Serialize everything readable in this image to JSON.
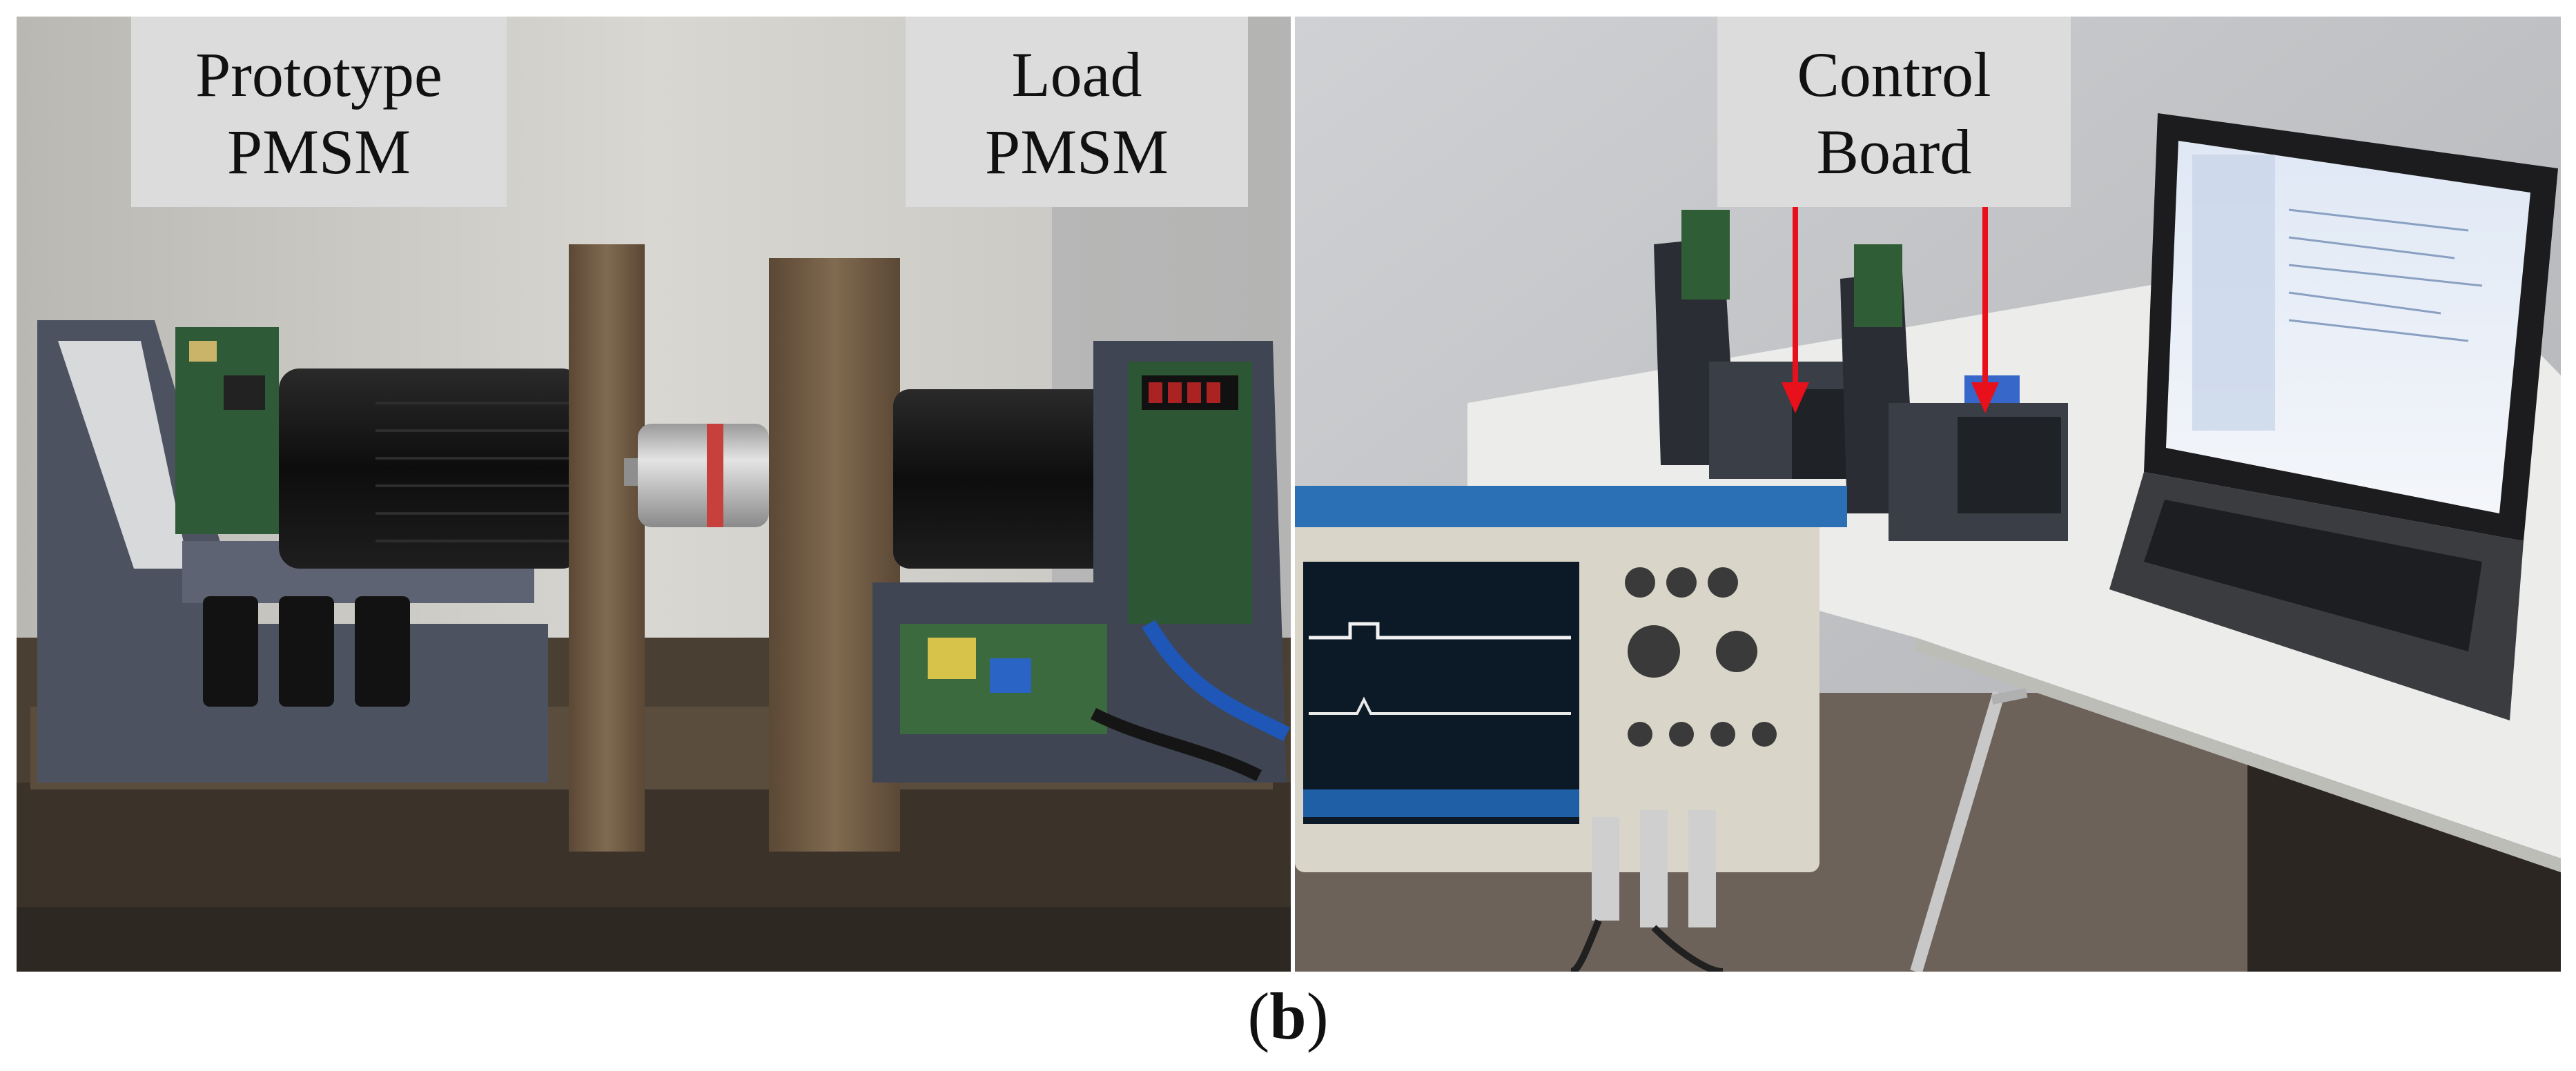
{
  "labels": {
    "prototype": {
      "line1": "Prototype",
      "line2": "PMSM"
    },
    "load": {
      "line1": "Load",
      "line2": "PMSM"
    },
    "control": {
      "line1": "Control",
      "line2": "Board"
    }
  },
  "caption": {
    "open": "(",
    "letter": "b",
    "close": ")"
  },
  "colors": {
    "label_bg": "#dcdcdc",
    "arrow": "#e8101a",
    "wall_left": "#c9c7c2",
    "wall_right": "#bdbfc2",
    "wood": "#6e5a43",
    "motor": "#141414",
    "drive_housing": "#4c5260",
    "desk": "#ececea"
  }
}
